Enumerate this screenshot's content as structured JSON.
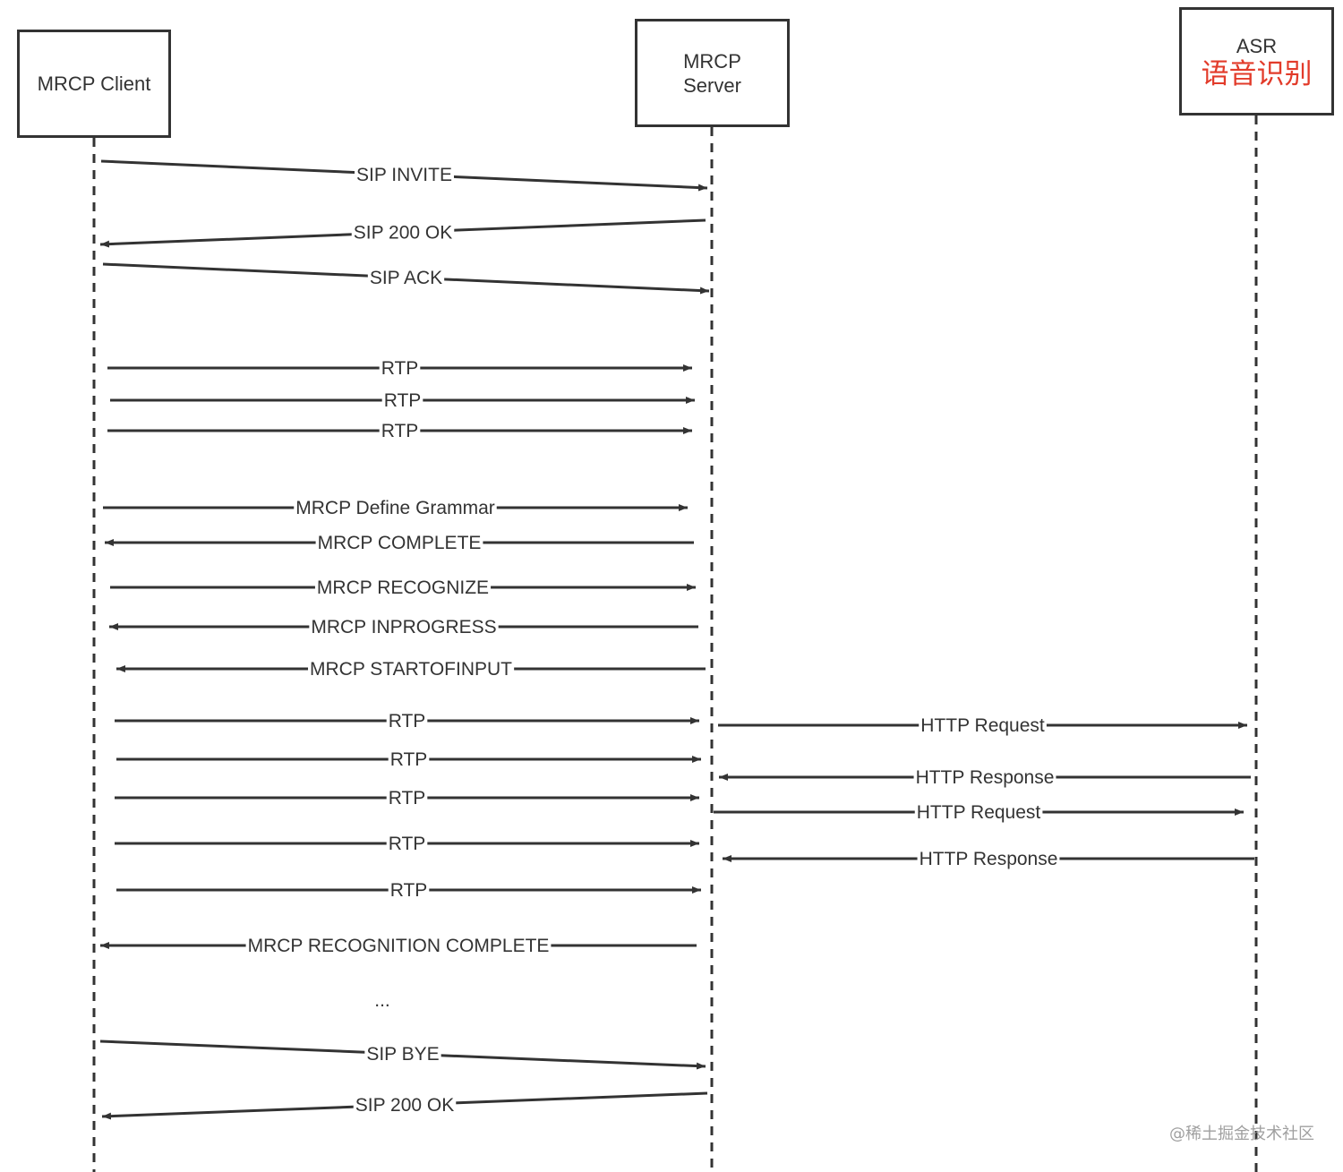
{
  "participants": [
    {
      "id": "client",
      "label": "MRCP Client"
    },
    {
      "id": "server",
      "label": "MRCP\nServer"
    },
    {
      "id": "asr",
      "label": "ASR",
      "subtitle": "语音识别",
      "subtitle_color": "#e23b2a"
    }
  ],
  "messages": [
    {
      "label": "SIP INVITE",
      "from": "client",
      "to": "server"
    },
    {
      "label": "SIP 200 OK",
      "from": "server",
      "to": "client"
    },
    {
      "label": "SIP ACK",
      "from": "client",
      "to": "server"
    },
    {
      "label": "RTP",
      "from": "client",
      "to": "server"
    },
    {
      "label": "RTP",
      "from": "client",
      "to": "server"
    },
    {
      "label": "RTP",
      "from": "client",
      "to": "server"
    },
    {
      "label": "MRCP Define Grammar",
      "from": "client",
      "to": "server"
    },
    {
      "label": "MRCP COMPLETE",
      "from": "server",
      "to": "client"
    },
    {
      "label": "MRCP RECOGNIZE",
      "from": "client",
      "to": "server"
    },
    {
      "label": "MRCP INPROGRESS",
      "from": "server",
      "to": "client"
    },
    {
      "label": "MRCP STARTOFINPUT",
      "from": "server",
      "to": "client"
    },
    {
      "label": "RTP",
      "from": "client",
      "to": "server"
    },
    {
      "label": "RTP",
      "from": "client",
      "to": "server"
    },
    {
      "label": "RTP",
      "from": "client",
      "to": "server"
    },
    {
      "label": "RTP",
      "from": "client",
      "to": "server"
    },
    {
      "label": "RTP",
      "from": "client",
      "to": "server"
    },
    {
      "label": "HTTP Request",
      "from": "server",
      "to": "asr"
    },
    {
      "label": "HTTP Response",
      "from": "asr",
      "to": "server"
    },
    {
      "label": "HTTP Request",
      "from": "server",
      "to": "asr"
    },
    {
      "label": "HTTP Response",
      "from": "asr",
      "to": "server"
    },
    {
      "label": "MRCP RECOGNITION COMPLETE",
      "from": "server",
      "to": "client"
    },
    {
      "label": "SIP BYE",
      "from": "client",
      "to": "server"
    },
    {
      "label": "SIP 200 OK",
      "from": "server",
      "to": "client"
    }
  ],
  "ellipsis": "...",
  "watermark": "@稀土掘金技术社区",
  "colors": {
    "line": "#333333",
    "text": "#333333",
    "accent": "#e23b2a",
    "watermark": "#a0a0a0"
  }
}
